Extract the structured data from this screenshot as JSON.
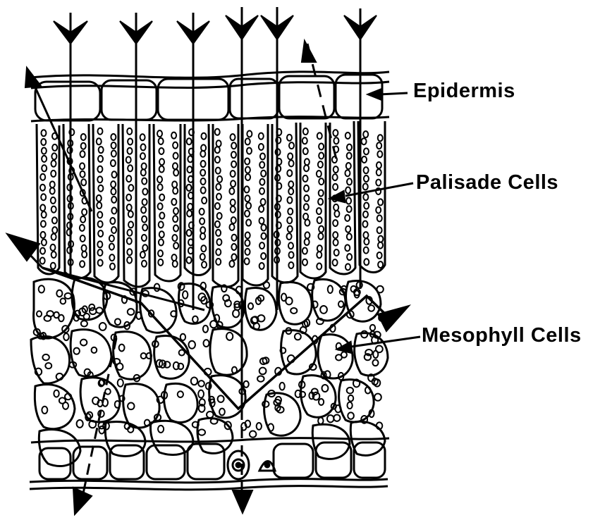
{
  "labels": {
    "epidermis": "Epidermis",
    "palisade": "Palisade Cells",
    "mesophyll": "Mesophyll Cells"
  },
  "colors": {
    "ink": "#000000",
    "paper": "#ffffff"
  }
}
